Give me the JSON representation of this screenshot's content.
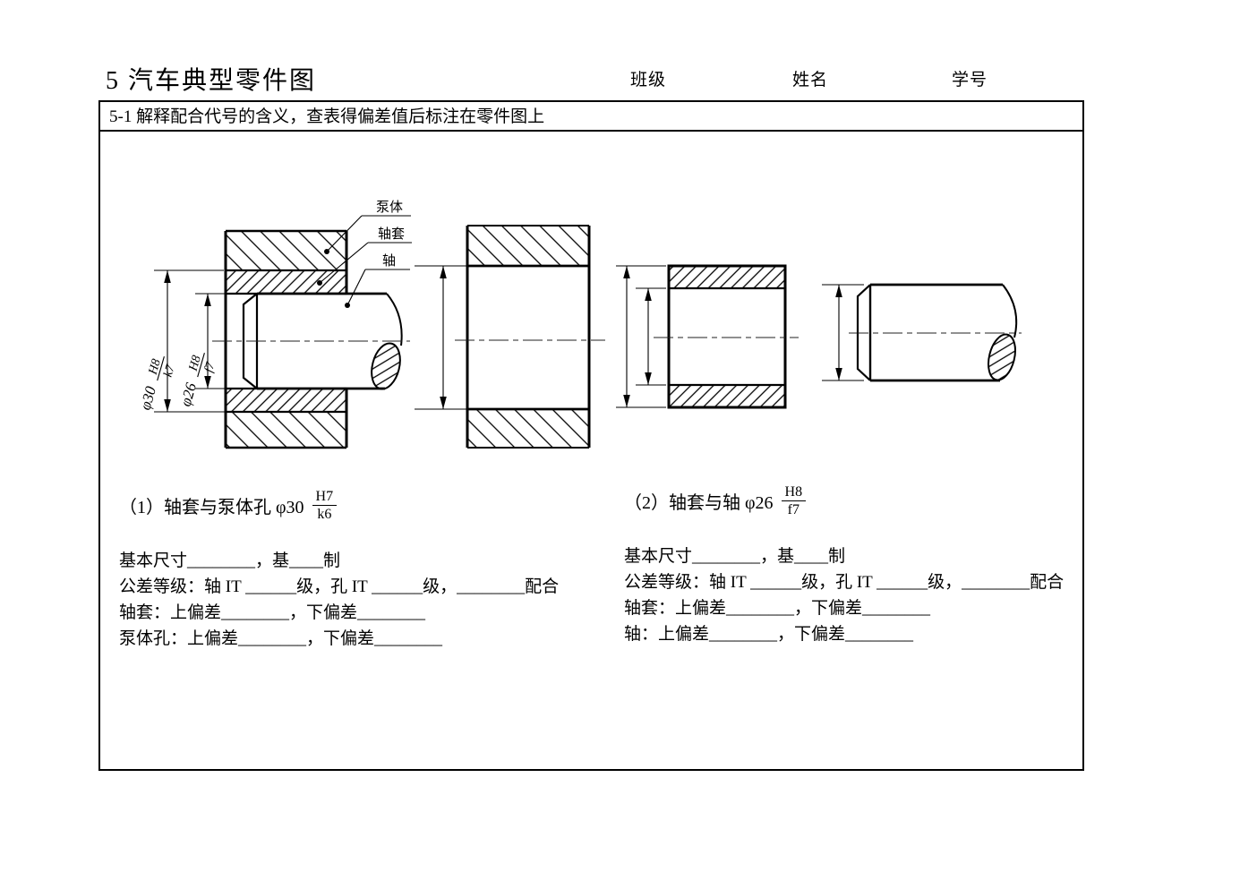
{
  "header": {
    "title": "5 汽车典型零件图",
    "class_label": "班级",
    "name_label": "姓名",
    "student_id_label": "学号"
  },
  "question_bar": {
    "text": "5-1 解释配合代号的含义，查表得偏差值后标注在零件图上"
  },
  "drawing": {
    "callouts": {
      "pump_body": "泵体",
      "sleeve": "轴套",
      "shaft": "轴"
    },
    "dimensions": {
      "outer": {
        "prefix": "φ30",
        "num": "H8",
        "den": "k7"
      },
      "inner": {
        "prefix": "φ26",
        "num": "H8",
        "den": "f7"
      }
    }
  },
  "tasks": [
    {
      "heading_prefix": "（1）轴套与泵体孔 φ30",
      "fit_num": "H7",
      "fit_den": "k6",
      "lines": [
        "基本尺寸________，基____制",
        "公差等级：轴 IT ______级，孔 IT ______级，________配合",
        "轴套：上偏差________，下偏差________",
        "泵体孔：上偏差________，下偏差________"
      ]
    },
    {
      "heading_prefix": "（2）轴套与轴 φ26",
      "fit_num": "H8",
      "fit_den": "f7",
      "lines": [
        "基本尺寸________，基____制",
        "公差等级：轴 IT ______级，孔 IT ______级，________配合",
        "轴套：上偏差________，下偏差________",
        "轴：上偏差________，下偏差________"
      ]
    }
  ]
}
